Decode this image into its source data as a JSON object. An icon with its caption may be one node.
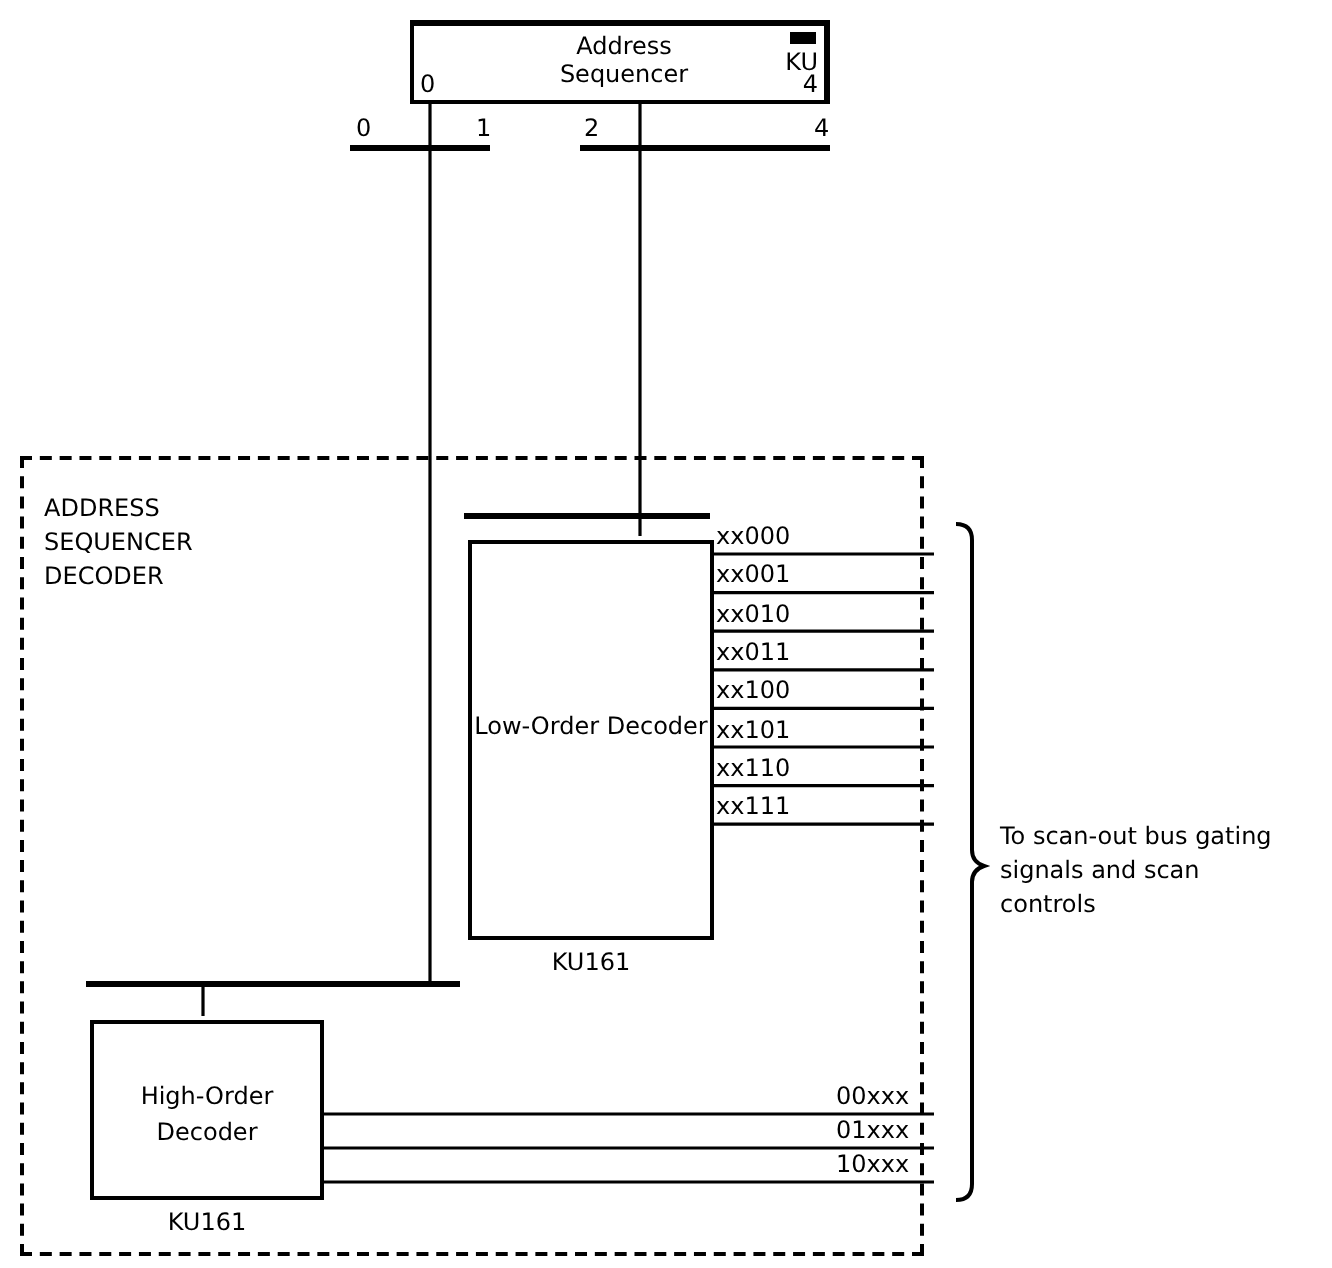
{
  "diagram": {
    "nodes": [
      {
        "text": [
          "Address Sequencer",
          "KU",
          "0",
          "4"
        ]
      },
      {
        "text": [
          "ADDRESS SEQUENCER DECODER"
        ]
      },
      {
        "text": [
          "Low-Order Decoder"
        ],
        "in": 1,
        "beside": [
          "KU161"
        ]
      },
      {
        "text": [
          "High-Order Decoder"
        ],
        "in": 1,
        "beside": [
          "KU161"
        ]
      }
    ],
    "edges": [
      {
        "from": 0,
        "to": 3,
        "arrow": "none"
      },
      {
        "from": 0,
        "to": 2,
        "arrow": "none"
      },
      {
        "from": 2,
        "to": null,
        "arrow": "none",
        "label": "xx000"
      },
      {
        "from": 2,
        "to": null,
        "arrow": "none",
        "label": "xx001"
      },
      {
        "from": 2,
        "to": null,
        "arrow": "none",
        "label": "xx010"
      },
      {
        "from": 2,
        "to": null,
        "arrow": "none",
        "label": "xx011"
      },
      {
        "from": 2,
        "to": null,
        "arrow": "none",
        "label": "xx100"
      },
      {
        "from": 2,
        "to": null,
        "arrow": "none",
        "label": "xx101"
      },
      {
        "from": 2,
        "to": null,
        "arrow": "none",
        "label": "xx110"
      },
      {
        "from": 2,
        "to": null,
        "arrow": "none",
        "label": "xx111"
      },
      {
        "from": 3,
        "to": null,
        "arrow": "none",
        "label": "00xxx"
      },
      {
        "from": 3,
        "to": null,
        "arrow": "none",
        "label": "01xxx"
      },
      {
        "from": 3,
        "to": null,
        "arrow": "none",
        "label": "10xxx"
      }
    ],
    "labels": [
      "0",
      "1",
      "2",
      "4",
      "To scan-out bus gating signals and scan controls"
    ]
  }
}
